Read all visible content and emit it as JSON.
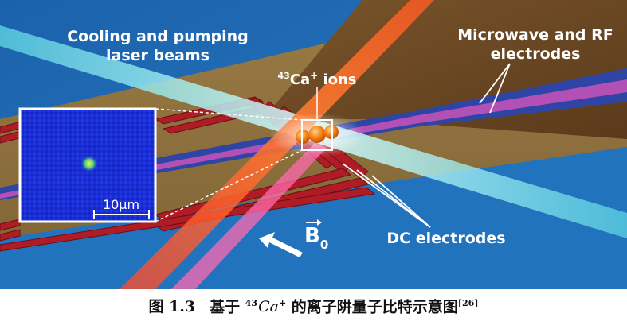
{
  "diagram": {
    "label_cooling_line1": "Cooling and pumping",
    "label_cooling_line2": "laser beams",
    "label_microwave_line1": "Microwave and RF",
    "label_microwave_line2": "electrodes",
    "label_ions_superscript": "43",
    "label_ions_text": "Ca",
    "label_ions_plus": "+",
    "label_ions_suffix": " ions",
    "label_dc": "DC electrodes",
    "label_field_B": "B",
    "label_field_sub": "0",
    "inset_scale_label": "10μm"
  },
  "caption": {
    "figure_number": "图 1.3",
    "text_prefix": "基于 ",
    "isotope_superscript": "43",
    "ion_symbol": "Ca",
    "ion_charge": "+",
    "text_suffix": " 的离子阱量子比特示意图",
    "reference": "[26]"
  },
  "colors": {
    "background_blue": "#1f6fb6",
    "chip_gold": "#8f7340",
    "chip_dark_brown": "#6e4a24",
    "dc_electrode_red": "#b01c26",
    "rf_blue_strip": "#2f45a6",
    "rf_magenta_strip": "#b250b6",
    "cyan_beam": "#7fe8ee",
    "orange_beam": "#ff6a2a",
    "ion_orange": "#f07a10",
    "inset_blue": "#1a2ed8"
  }
}
